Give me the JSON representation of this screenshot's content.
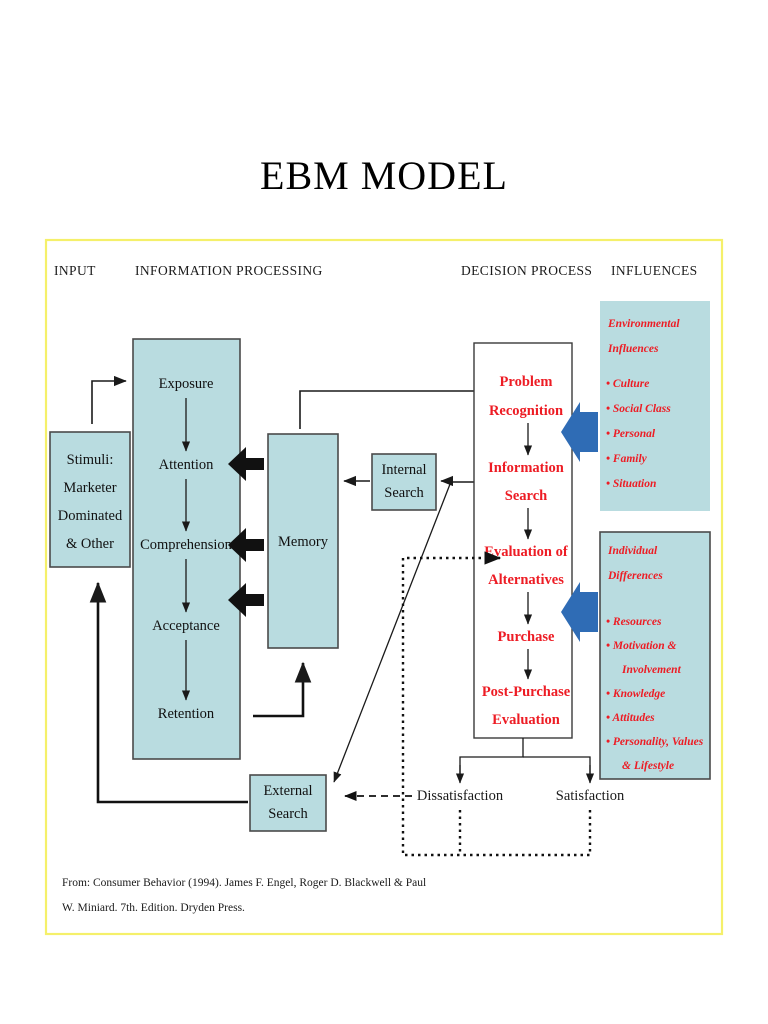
{
  "page": {
    "title": "EBM MODEL",
    "frame_color": "#f5f06a",
    "panel_fill": "#b9dce0",
    "red": "#ed1c24",
    "blue_arrow": "#2f6cb5"
  },
  "headers": {
    "input": "INPUT",
    "information_processing": "INFORMATION PROCESSING",
    "decision_process": "DECISION PROCESS",
    "influences": "INFLUENCES"
  },
  "input": {
    "stimuli": [
      "Stimuli:",
      "Marketer",
      "Dominated",
      "& Other"
    ]
  },
  "information_processing": {
    "stages": [
      "Exposure",
      "Attention",
      "Comprehension",
      "Acceptance",
      "Retention"
    ],
    "memory": "Memory",
    "internal_search": [
      "Internal",
      "Search"
    ],
    "external_search": [
      "External",
      "Search"
    ]
  },
  "decision_process": {
    "steps": [
      "Problem",
      "Recognition",
      "Information",
      "Search",
      "Evaluation of",
      "Alternatives",
      "Purchase",
      "Post-Purchase",
      "Evaluation"
    ],
    "step_labels": [
      {
        "l1": "Problem",
        "l2": "Recognition"
      },
      {
        "l1": "Information",
        "l2": "Search"
      },
      {
        "l1": "Evaluation of",
        "l2": "Alternatives"
      },
      {
        "l1": "Purchase",
        "l2": ""
      },
      {
        "l1": "Post-Purchase",
        "l2": "Evaluation"
      }
    ],
    "outcomes": [
      "Dissatisfaction",
      "Satisfaction"
    ]
  },
  "influences": {
    "environmental": {
      "heading_l1": "Environmental",
      "heading_l2": "Influences",
      "items": [
        "• Culture",
        "• Social Class",
        "• Personal",
        "• Family",
        "• Situation"
      ]
    },
    "individual": {
      "heading_l1": "Individual",
      "heading_l2": "Differences",
      "items": [
        "• Resources",
        "• Motivation &",
        "Involvement",
        "• Knowledge",
        "• Attitudes",
        "• Personality, Values",
        "& Lifestyle"
      ]
    }
  },
  "citation": {
    "line1": "From: Consumer Behavior (1994). James F. Engel, Roger D. Blackwell & Paul",
    "line2": "W. Miniard.  7th. Edition.  Dryden Press."
  }
}
